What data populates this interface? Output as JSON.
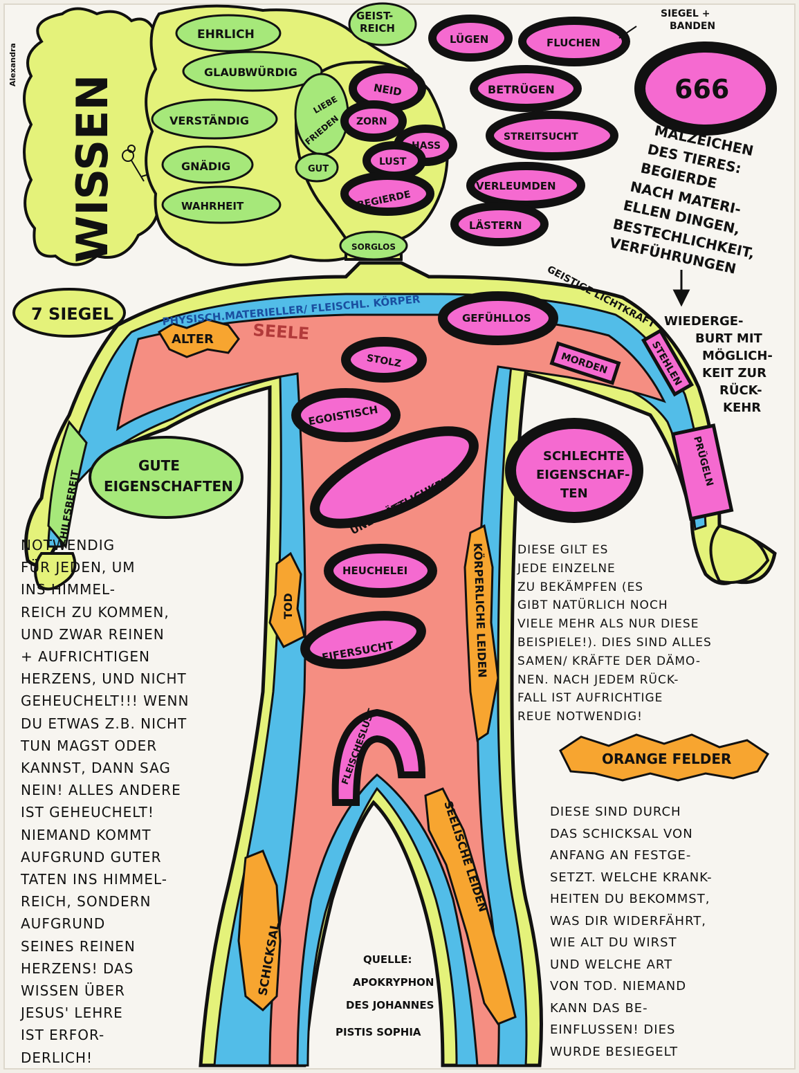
{
  "artist_signature": "Alexandra",
  "title": "WISSEN",
  "seven_seals": "7 SIEGEL",
  "geistreich": [
    "GEIST-",
    "REICH"
  ],
  "good_traits_head": [
    "EHRLICH",
    "GLAUBWÜRDIG",
    "VERSTÄNDIG",
    "GNÄDIG",
    "WAHRHEIT",
    "SORGLOS"
  ],
  "good_traits_inner": [
    "LIEBE",
    "FRIEDEN",
    "GUT"
  ],
  "bad_head_inner": [
    "NEID",
    "ZORN",
    "HASS",
    "LUST",
    "BEGIERDE"
  ],
  "bad_head_outer": [
    "LÜGEN",
    "FLUCHEN",
    "BETRÜGEN",
    "STREITSUCHT",
    "VERLEUMDEN",
    "LÄSTERN"
  ],
  "siegel_banden": [
    "SIEGEL +",
    "BANDEN"
  ],
  "number_666": "666",
  "mark_of_beast": [
    "MALZEICHEN",
    "DES TIERES:",
    "BEGIERDE",
    "NACH MATERI-",
    "ELLEN DINGEN,",
    "BESTECHLICHKEIT,",
    "VERFÜHRUNGEN"
  ],
  "rebirth": [
    "WIEDERGE-",
    "BURT MIT",
    "MÖGLICH-",
    "KEIT ZUR",
    "RÜCK-",
    "KEHR"
  ],
  "body_band": "PHYSISCH.MATERIELLER/ FLEISCHL. KÖRPER",
  "spirit_band": "GEISTIGE LICHTKRAFT",
  "seele": "SEELE",
  "alter": "ALTER",
  "tod": "TOD",
  "schicksal": "SCHICKSAL",
  "koerperliche_leiden": "KÖRPERLICHE LEIDEN",
  "seelische_leiden": "SEELISCHE LEIDEN",
  "torso_bad": [
    "GEFÜHLLOS",
    "STOLZ",
    "EGOISTISCH",
    "UNERSÄTTLICHKEIT",
    "HEUCHELEI",
    "EIFERSUCHT",
    "FLEISCHESLUST"
  ],
  "arm_bad": [
    "MORDEN",
    "STEHLEN",
    "PRÜGELN"
  ],
  "hilfsbereit": "HILFSBEREIT",
  "good_label": [
    "GUTE",
    "EIGENSCHAFTEN"
  ],
  "bad_label": [
    "SCHLECHTE",
    "EIGENSCHAF-",
    "TEN"
  ],
  "left_text": "NOTWENDIG\nFÜR JEDEN, UM\nINS HIMMEL-\nREICH ZU KOMMEN,\nUND ZWAR REINEN\n+ AUFRICHTIGEN\nHERZENS, UND NICHT\nGEHEUCHELT!!! WENN\nDU ETWAS Z.B. NICHT\nTUN MAGST ODER\nKANNST, DANN SAG\nNEIN! ALLES ANDERE\nIST GEHEUCHELT!\nNIEMAND KOMMT\nAUFGRUND GUTER\nTATEN INS HIMMEL-\nREICH, SONDERN\nAUFGRUND\nSEINES REINEN\nHERZENS! DAS\nWISSEN ÜBER\nJESUS' LEHRE\nIST ERFOR-\nDERLICH!",
  "right_text": "DIESE GILT ES\nJEDE EINZELNE\nZU BEKÄMPFEN (ES\nGIBT NATÜRLICH NOCH\nVIELE MEHR ALS NUR DIESE\nBEISPIELE!). DIES SIND ALLES\nSAMEN/ KRÄFTE DER DÄMO-\nNEN. NACH JEDEM RÜCK-\nFALL IST AUFRICHTIGE\nREUE NOTWENDIG!",
  "orange_label": "ORANGE FELDER",
  "orange_text": "DIESE SIND DURCH\nDAS SCHICKSAL VON\nANFANG AN FESTGE-\nSETZT. WELCHE KRANK-\nHEITEN DU BEKOMMST,\nWAS DIR WIDERFÄHRT,\nWIE ALT DU WIRST\nUND WELCHE ART\nVON TOD. NIEMAND\nKANN DAS BE-\nEINFLUSSEN! DIES\nWURDE BESIEGELT",
  "source": [
    "QUELLE:",
    "APOKRYPHON",
    "DES JOHANNES",
    "PISTIS SOPHIA"
  ],
  "colors": {
    "paper": "#f2efe8",
    "yellow": "#e4f27a",
    "green": "#a6e87a",
    "blue": "#52bde8",
    "salmon": "#f58e82",
    "pink": "#f56ad0",
    "orange": "#f7a530",
    "ink": "#111111"
  }
}
